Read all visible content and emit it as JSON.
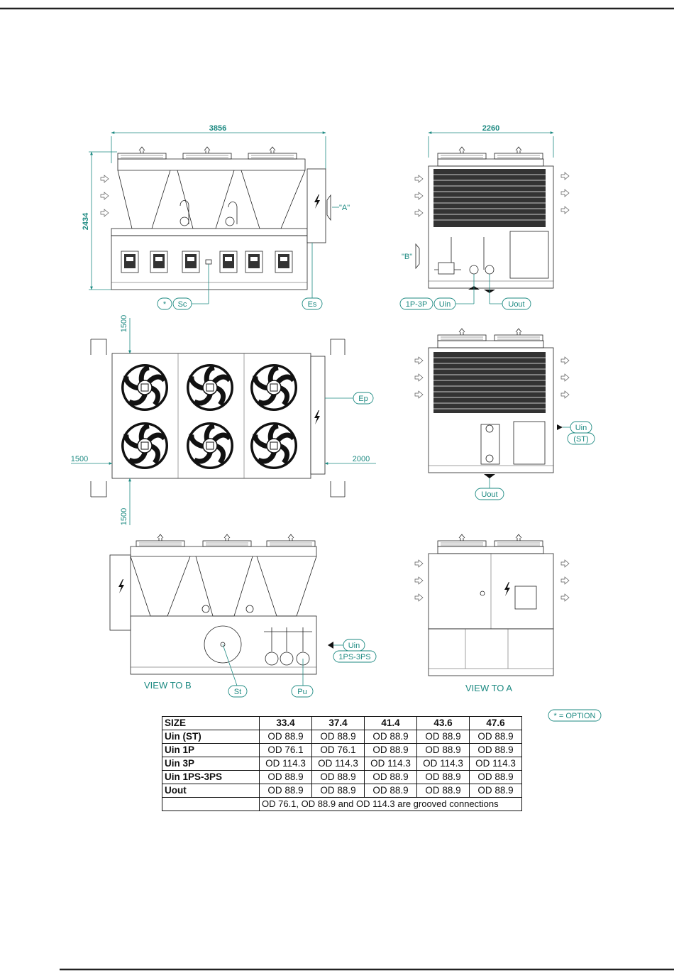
{
  "dimensions": {
    "length": "3856",
    "height": "2434",
    "width": "2260",
    "clear_top": "1500",
    "clear_left": "1500",
    "clear_right": "2000",
    "clear_bottom": "1500"
  },
  "labels": {
    "option_star": "*",
    "sc": "Sc",
    "es": "Es",
    "view_a_tag": "\"A\"",
    "view_b_tag": "\"B\"",
    "p_1p3p": "1P-3P",
    "uin": "Uin",
    "uout": "Uout",
    "ep": "Ep",
    "uin_st_1": "Uin",
    "uin_st_2": "(ST)",
    "uout_2": "Uout",
    "uin_3": "Uin",
    "p_1ps3ps": "1PS-3PS",
    "st": "St",
    "pu": "Pu",
    "view_to_b": "VIEW TO B",
    "view_to_a": "VIEW TO A",
    "option_legend": "* = OPTION"
  },
  "colors": {
    "accent": "#1d8a82",
    "line": "#222222"
  },
  "icons": [
    "fan-icon",
    "lightning-bolt-icon",
    "airflow-arrow-icon"
  ],
  "table": {
    "header_label": "SIZE",
    "columns": [
      "33.4",
      "37.4",
      "41.4",
      "43.6",
      "47.6"
    ],
    "rows": [
      {
        "label": "Uin (ST)",
        "values": [
          "OD 88.9",
          "OD 88.9",
          "OD 88.9",
          "OD 88.9",
          "OD 88.9"
        ]
      },
      {
        "label": "Uin 1P",
        "values": [
          "OD 76.1",
          "OD 76.1",
          "OD 88.9",
          "OD 88.9",
          "OD 88.9"
        ]
      },
      {
        "label": "Uin 3P",
        "values": [
          "OD 114.3",
          "OD 114.3",
          "OD 114.3",
          "OD 114.3",
          "OD 114.3"
        ]
      },
      {
        "label": "Uin 1PS-3PS",
        "values": [
          "OD 88.9",
          "OD 88.9",
          "OD 88.9",
          "OD 88.9",
          "OD 88.9"
        ]
      },
      {
        "label": "Uout",
        "values": [
          "OD 88.9",
          "OD 88.9",
          "OD 88.9",
          "OD 88.9",
          "OD 88.9"
        ]
      }
    ],
    "note": "OD 76.1, OD 88.9 and OD 114.3 are grooved connections"
  }
}
